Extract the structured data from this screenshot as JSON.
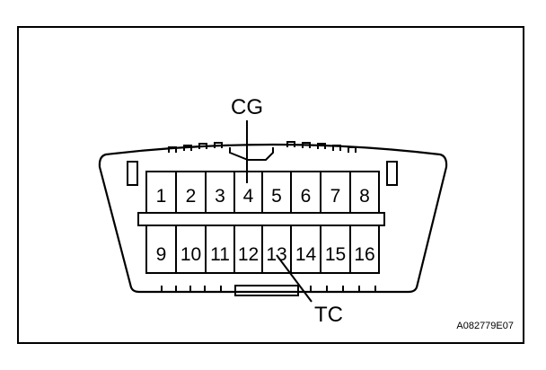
{
  "figure": {
    "callouts": {
      "top": "CG",
      "bottom": "TC"
    },
    "pins_row1": [
      "1",
      "2",
      "3",
      "4",
      "5",
      "6",
      "7",
      "8"
    ],
    "pins_row2": [
      "9",
      "10",
      "11",
      "12",
      "13",
      "14",
      "15",
      "16"
    ],
    "figure_code": "A082779E07",
    "line_color": "#000000",
    "background": "#ffffff"
  }
}
